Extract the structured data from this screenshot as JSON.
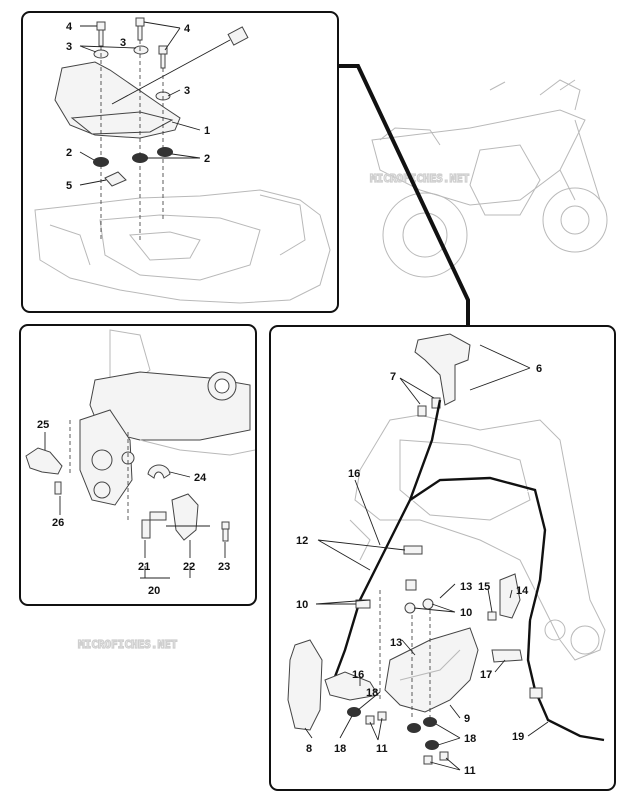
{
  "watermark": {
    "text_top": "MICROFICHES.NET",
    "text_bottom": "MICROFICHES.NET"
  },
  "panel_top": {
    "labels": [
      "4",
      "4",
      "3",
      "3",
      "3",
      "1",
      "2",
      "2",
      "5"
    ]
  },
  "panel_left": {
    "labels": [
      "25",
      "26",
      "24",
      "21",
      "22",
      "23",
      "20"
    ]
  },
  "panel_right": {
    "labels": [
      "6",
      "7",
      "16",
      "12",
      "13",
      "15",
      "14",
      "10",
      "10",
      "13",
      "17",
      "16",
      "18",
      "9",
      "18",
      "11",
      "8",
      "18",
      "11",
      "19"
    ]
  }
}
